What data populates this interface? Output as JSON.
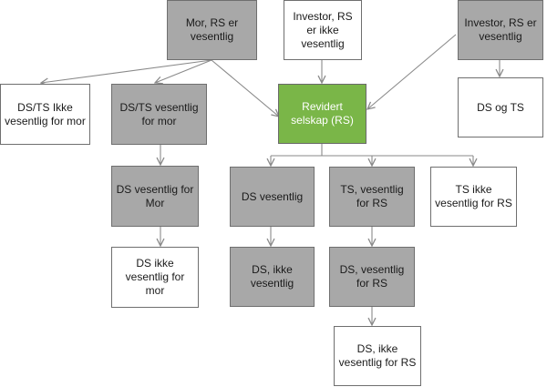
{
  "colors": {
    "gray": "#a8a8a8",
    "white": "#ffffff",
    "green": "#7ab648",
    "line": "#8a8a8a"
  },
  "nodes": {
    "mor_rs_vesentlig": "Mor, RS er vesentlig",
    "investor_rs_ikke_vesentlig": "Investor, RS er ikke vesentlig",
    "investor_rs_vesentlig": "Investor, RS er vesentlig",
    "ds_ts_ikke_vesentlig_mor": "DS/TS Ikke vesentlig for mor",
    "ds_ts_vesentlig_mor": "DS/TS vesentlig for mor",
    "revidert_selskap": "Revidert selskap (RS)",
    "ds_og_ts": "DS og TS",
    "ds_vesentlig_mor": "DS vesentlig for Mor",
    "ds_vesentlig": "DS vesentlig",
    "ts_vesentlig_rs": "TS, vesentlig for RS",
    "ts_ikke_vesentlig_rs": "TS ikke vesentlig for RS",
    "ds_ikke_vesentlig_mor": "DS ikke vesentlig for mor",
    "ds_ikke_vesentlig": "DS, ikke vesentlig",
    "ds_vesentlig_rs": "DS, vesentlig for RS",
    "ds_ikke_vesentlig_rs": "DS, ikke vesentlig for RS"
  }
}
